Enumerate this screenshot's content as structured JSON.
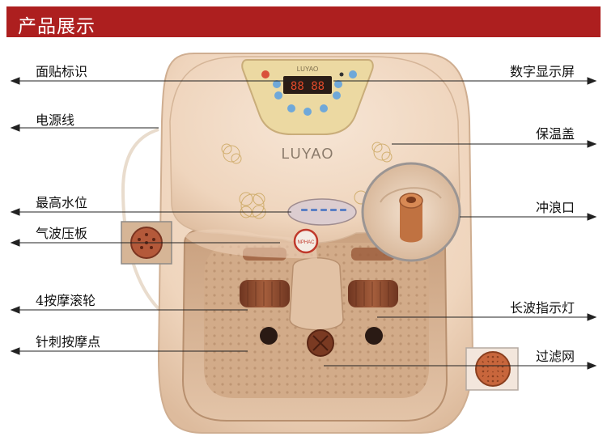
{
  "header": {
    "title": "产品展示",
    "color": "#ad1f1f"
  },
  "labels_left": [
    "面贴标识",
    "电源线",
    "最高水位",
    "气波压板",
    "4按摩滚轮",
    "针刺按摩点"
  ],
  "labels_right": [
    "数字显示屏",
    "保温盖",
    "冲浪口",
    "长波指示灯",
    "过滤网"
  ],
  "product": {
    "brand_logo": "LUYAO",
    "badge_text": "NPHAC",
    "display_digits": "88 88"
  },
  "colors": {
    "body": "#f1d8c1",
    "body_shadow": "#d8b79b",
    "basin": "#d6b191",
    "roller": "#8a4a2e",
    "leader_line": "#222222"
  }
}
